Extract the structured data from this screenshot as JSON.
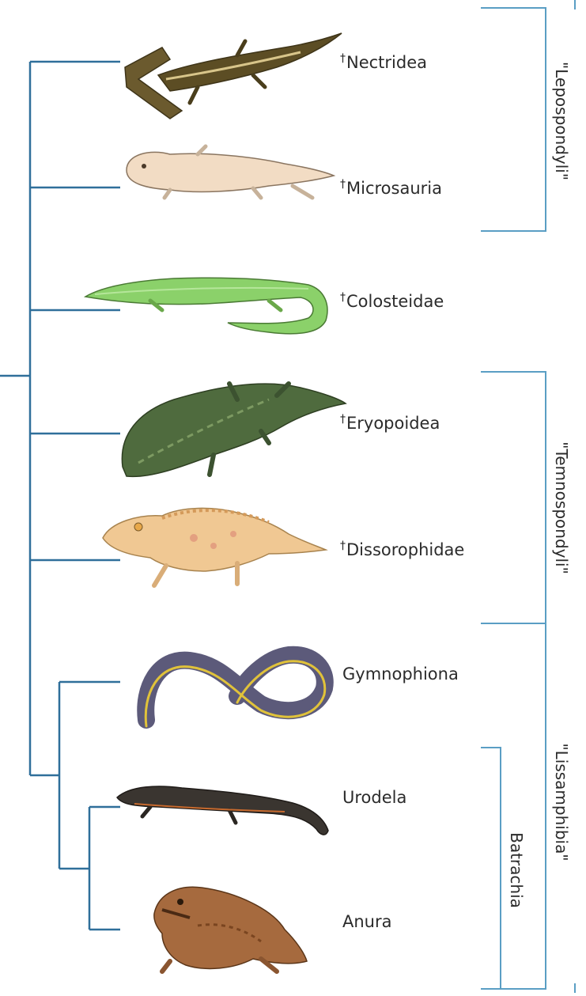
{
  "taxa": [
    {
      "id": "nectridea",
      "label": "Nectridea",
      "extinct": true
    },
    {
      "id": "microsauria",
      "label": "Microsauria",
      "extinct": true
    },
    {
      "id": "colosteidae",
      "label": "Colosteidae",
      "extinct": true
    },
    {
      "id": "eryopoidea",
      "label": "Eryopoidea",
      "extinct": true
    },
    {
      "id": "dissorophidae",
      "label": "Dissorophidae",
      "extinct": true
    },
    {
      "id": "gymnophiona",
      "label": "Gymnophiona",
      "extinct": false
    },
    {
      "id": "urodela",
      "label": "Urodela",
      "extinct": false
    },
    {
      "id": "anura",
      "label": "Anura",
      "extinct": false
    }
  ],
  "dagger": "†",
  "clades": {
    "lepospondyli": "\"Lepospondyli\"",
    "temnospondyli": "\"Temnospondyli\"",
    "lissamphibia": "\"Lissamphibia\"",
    "batrachia": "Batrachia"
  },
  "colors": {
    "tree": "#2f6f9a",
    "bracket": "#5a9ec4",
    "nectridea": "#6b5a2e",
    "microsauria": "#f2dcc4",
    "colosteidae": "#8bd16a",
    "eryopoidea": "#4f6b3e",
    "dissorophidae": "#f0c893",
    "gymnophiona": "#5c5a7a",
    "urodela": "#3a3530",
    "anura": "#a66a3e"
  }
}
